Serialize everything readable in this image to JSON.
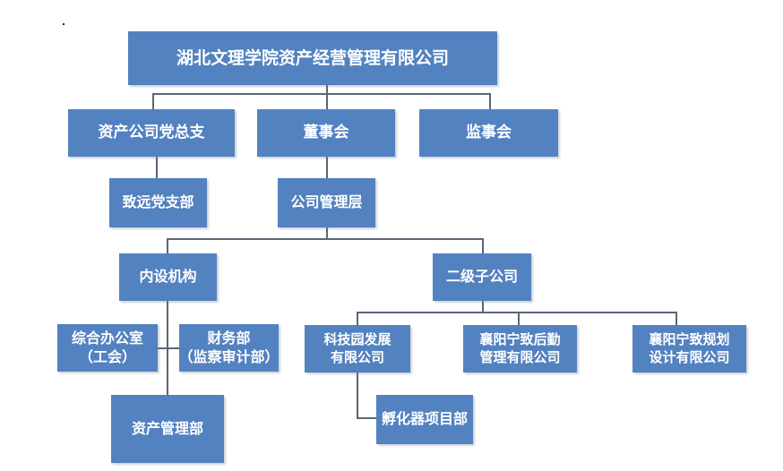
{
  "org_chart": {
    "root": {
      "label": "湖北文理学院资产经营管理有限公司"
    },
    "level1": {
      "party_branch": "资产公司党总支",
      "board": "董事会",
      "supervisory": "监事会"
    },
    "level2": {
      "zhiyuan_branch": "致远党支部",
      "management": "公司管理层"
    },
    "level3": {
      "internal_units": "内设机构",
      "subsidiaries": "二级子公司"
    },
    "internal": {
      "office_line1": "综合办公室",
      "office_line2": "（工会）",
      "finance_line1": "财务部",
      "finance_line2": "（监察审计部）",
      "asset_mgmt": "资产管理部"
    },
    "subs": {
      "tech_line1": "科技园发展",
      "tech_line2": "有限公司",
      "logistics_line1": "襄阳宁致后勤",
      "logistics_line2": "管理有限公司",
      "planning_line1": "襄阳宁致规划",
      "planning_line2": "设计有限公司",
      "incubator": "孵化器项目部"
    }
  }
}
